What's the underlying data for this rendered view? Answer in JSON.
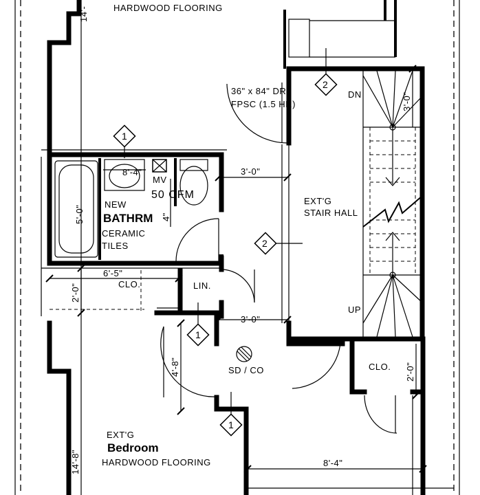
{
  "labels": {
    "top_room_flooring": "HARDWOOD FLOORING",
    "top_left_dim": "14'-",
    "door_spec_line1": "36\" x 84\" DR",
    "door_spec_line2": "FPSC (1.5 HR)",
    "stair_dn": "DN",
    "stair_width": "3'-0\"",
    "hall_dim_1": "3'-0\"",
    "stair_hall_line1": "EXT'G",
    "stair_hall_line2": "STAIR HALL",
    "stair_up": "UP",
    "sink_dim": "8'-4\"",
    "mv_label": "MV",
    "cfm_label": "50 CFM",
    "bath_new": "NEW",
    "bath_name": "BATHRM",
    "bath_finish_line1": "CERAMIC",
    "bath_finish_line2": "TILES",
    "tub_dim": "5'-0\"",
    "bath_side_dim": "4\"",
    "clo_width_dim": "6'-5\"",
    "clo_label": "CLO.",
    "clo_depth_dim": "2'-0\"",
    "linen_label": "LIN.",
    "hall_dim_2": "3'-0\"",
    "smoke_detector": "SD / CO",
    "door_offset_dim": "4'-8\"",
    "right_clo_label": "CLO.",
    "right_clo_dim": "2'-0\"",
    "bedroom_existing": "EXT'G",
    "bedroom_name": "Bedroom",
    "bedroom_flooring": "HARDWOOD FLOORING",
    "bedroom_side_dim": "14'-8\"",
    "bedroom_width_dim": "8'-4\""
  },
  "tags": {
    "tag_1a": "1",
    "tag_1b": "1",
    "tag_1c": "1",
    "tag_2a": "2",
    "tag_2b": "2"
  }
}
